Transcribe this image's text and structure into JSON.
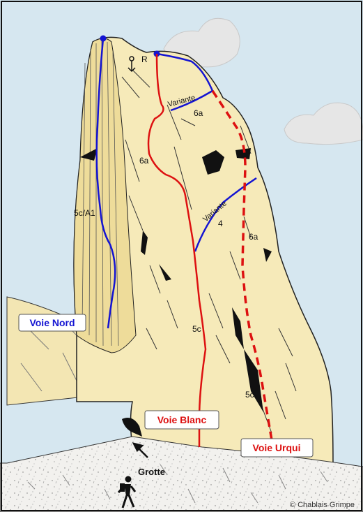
{
  "colors": {
    "sky": "#d6e7f0",
    "rock": "#f6eab9",
    "rock_shade": "#eedc9a",
    "scree": "#f2f1ee",
    "outline": "#222222",
    "route_blue": "#1414d2",
    "route_red": "#dd1111",
    "cave": "#111111",
    "frame": "#111111"
  },
  "routes": {
    "voie_nord": "Voie Nord",
    "voie_blanc": "Voie Blanc",
    "voie_urqui": "Voie Urqui"
  },
  "grades": {
    "nord": "5c/A1",
    "blanc_upper": "6a",
    "blanc_top": "6a",
    "blanc_lower": "5c",
    "variante_low": "4",
    "urqui_upper": "6a",
    "urqui_lower": "5c"
  },
  "variants": {
    "upper": "Variante",
    "lower": "Variante"
  },
  "annotations": {
    "rappel": "R",
    "grotte": "Grotte",
    "copyright": "© Chablais Grimpe"
  },
  "icons": {
    "hiker": "hiker-icon",
    "anchor": "rappel-anchor-icon",
    "arrow": "arrow-icon"
  }
}
